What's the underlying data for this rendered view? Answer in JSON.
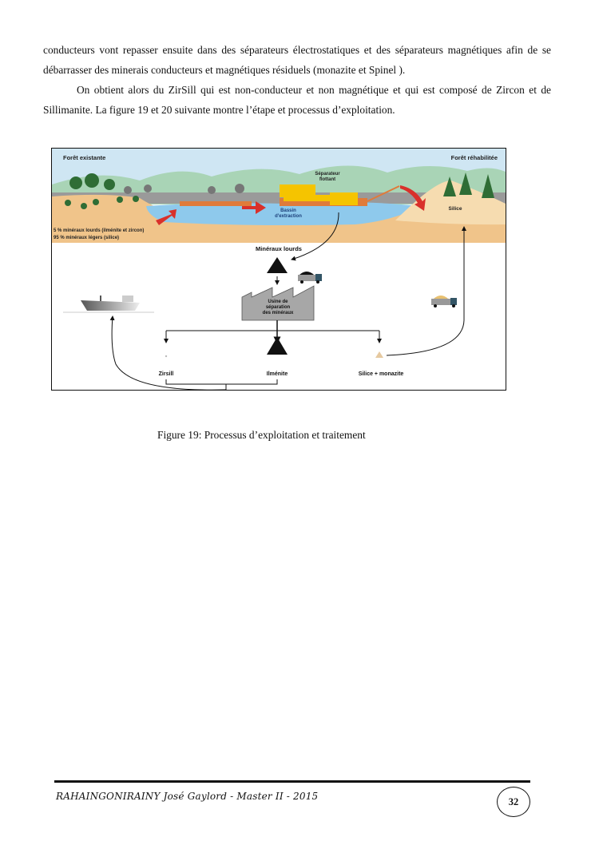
{
  "body": {
    "paragraph1": "conducteurs vont repasser  ensuite dans des séparateurs électrostatiques et des séparateurs magnétiques afin de se débarrasser des minerais conducteurs et magnétiques résiduels (monazite et Spinel ).",
    "paragraph2": "On obtient alors du ZirSill qui est non-conducteur et non magnétique et qui est composé de Zircon et de Sillimanite. La figure 19 et 20 suivante montre l’étape et  processus d’exploitation."
  },
  "figure": {
    "labels": {
      "existing_forest": "Forêt existante",
      "rehab_forest": "Forêt réhabilitée",
      "separator_1": "Séparateur",
      "separator_2": "flottant",
      "basin_1": "Bassin",
      "basin_2": "d'extraction",
      "silica": "Silice",
      "heavy_pct": "5 % minéraux lourds (ilménite et zircon)",
      "light_pct": "95 % minéraux légers (silice)",
      "heavy_minerals": "Minéraux lourds",
      "plant_1": "Usine de",
      "plant_2": "séparation",
      "plant_3": "des minéraux",
      "zirsill": "Zirsill",
      "ilmenite": "Ilménite",
      "silica_monazite": "Silice + monazite"
    },
    "caption": "Figure  19: Processus d’exploitation  et traitement"
  },
  "footer": {
    "author": "RAHAINGONIRAINY José Gaylord - Master II - 2015",
    "page_number": "32"
  }
}
